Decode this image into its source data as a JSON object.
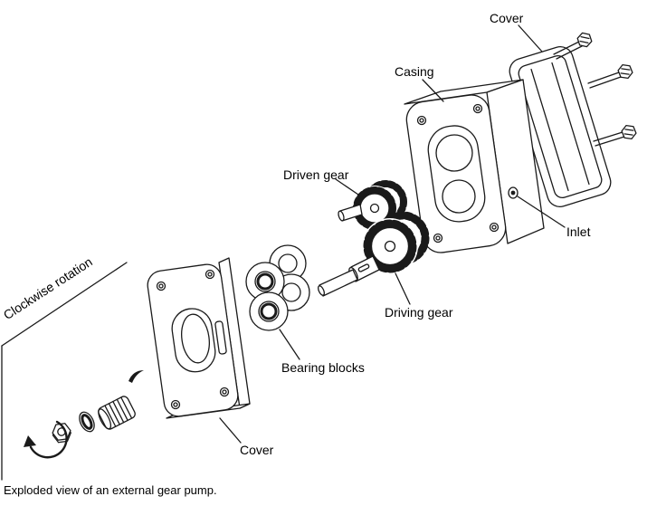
{
  "figure": {
    "caption": "Exploded view of an external gear pump.",
    "labels": {
      "cover_top": "Cover",
      "casing": "Casing",
      "driven_gear": "Driven gear",
      "inlet": "Inlet",
      "driving_gear": "Driving gear",
      "bearing_blocks": "Bearing blocks",
      "cover_bottom": "Cover",
      "clockwise_rotation": "Clockwise rotation"
    },
    "colors": {
      "line": "#1a1a1a",
      "background": "#ffffff",
      "label_text": "#000000"
    }
  }
}
